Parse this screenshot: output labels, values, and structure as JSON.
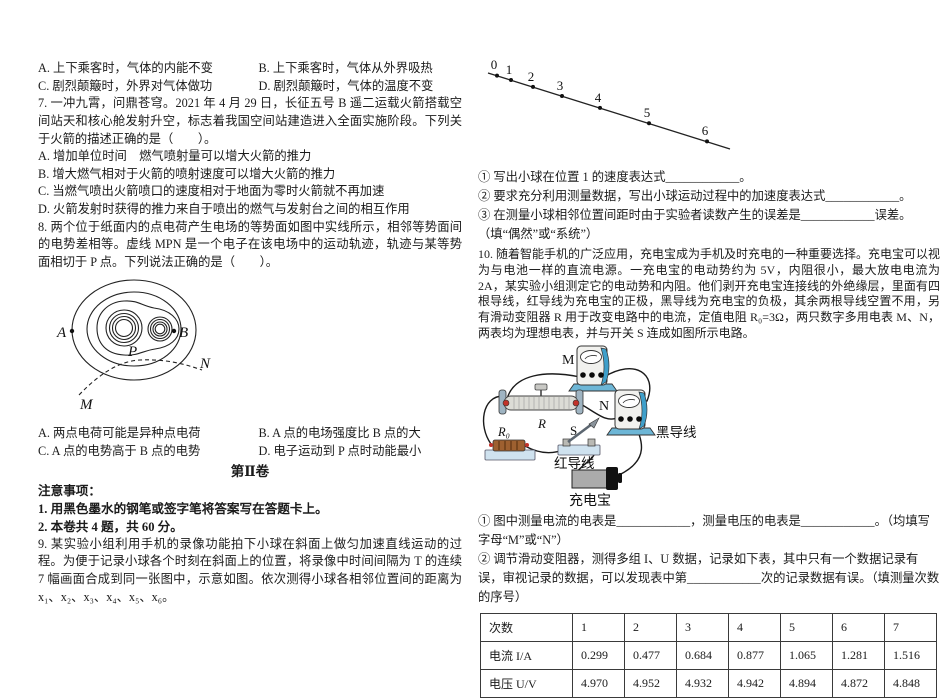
{
  "left": {
    "q6_options": {
      "a": "A. 上下乘客时，气体的内能不变",
      "b": "B. 上下乘客时，气体从外界吸热",
      "c": "C. 剧烈颠簸时，外界对气体做功",
      "d": "D. 剧烈颠簸时，气体的温度不变"
    },
    "q7": {
      "stem": "7. 一冲九霄，问鼎苍穹。2021 年 4 月 29 日，长征五号 B 遥二运载火箭搭载空间站天和核心舱发射升空，标志着我国空间站建造进入全面实施阶段。下列关于火箭的描述正确的是（　　）。",
      "option_a": "A. 增加单位时间　燃气喷射量可以增大火箭的推力",
      "option_b": "B. 增大燃气相对于火箭的喷射速度可以增大火箭的推力",
      "option_c": "C. 当燃气喷出火箭喷口的速度相对于地面为零时火箭就不再加速",
      "option_d": "D. 火箭发射时获得的推力来自于喷出的燃气与发射台之间的相互作用"
    },
    "q8": {
      "stem": "8. 两个位于纸面内的点电荷产生电场的等势面如图中实线所示，相邻等势面间的电势差相等。虚线 MPN 是一个电子在该电场中的运动轨迹，轨迹与某等势面相切于 P 点。下列说法正确的是（　　）。",
      "labels": {
        "a_point": "A",
        "b_point": "B",
        "p_point": "P",
        "m_point": "M",
        "n_point": "N"
      },
      "option_a": "A. 两点电荷可能是异种点电荷",
      "option_b": "B. A 点的电场强度比 B 点的大",
      "option_c": "C. A 点的电势高于 B 点的电势",
      "option_d": "D. 电子运动到 P 点时动能最小"
    },
    "section_title": "第Ⅱ卷",
    "notice_title": "注意事项：",
    "notice_1": "1. 用黑色墨水的钢笔或签字笔将答案写在答题卡上。",
    "notice_2": "2. 本卷共 4 题，共 60 分。",
    "q9_stem": "9. 某实验小组利用手机的录像功能拍下小球在斜面上做匀加速直线运动的过程。为便于记录小球各个时刻在斜面上的位置，将录像中时间间隔为 T 的连续 7 幅画面合成到同一张图中，示意如图。依次测得小球各相邻位置间的距离为 x₁、x₂、x₃、x₄、x₅、x₆。"
  },
  "right": {
    "incline": {
      "labels": [
        "0",
        "1",
        "2",
        "3",
        "4",
        "5",
        "6"
      ]
    },
    "q9_part1": "① 写出小球在位置 1 的速度表达式____________。",
    "q9_part2": "② 要求充分利用测量数据，写出小球运动过程中的加速度表达式____________。",
    "q9_part3": "③ 在测量小球相邻位置间距时由于实验者读数产生的误差是____________误差。（填“偶然”或“系统”）",
    "q10_stem": "10. 随着智能手机的广泛应用，充电宝成为手机及时充电的一种重要选择。充电宝可以视为与电池一样的直流电源。一充电宝的电动势约为 5V，内阻很小，最大放电电流为 2A，某实验小组测定它的电动势和内阻。他们剥开充电宝连接线的外绝缘层，里面有四根导线，红导线为充电宝的正极，黑导线为充电宝的负极，其余两根导线空置不用，另有滑动变阻器 R 用于改变电路中的电流，定值电阻 R₀=3Ω，两只数字多用电表 M、N，两表均为理想电表，并与开关 S 连成如图所示电路。",
    "circuit": {
      "meter_m": "M",
      "meter_n": "N",
      "rheostat": "R",
      "resistor": "R₀",
      "switch": "S",
      "black_wire": "黑导线",
      "red_wire": "红导线",
      "power_bank": "充电宝"
    },
    "q10_part1": "① 图中测量电流的电表是____________，测量电压的电表是____________。（均填写字母“M”或“N”）",
    "q10_part2": "② 调节滑动变阻器，测得多组 I、U 数据，记录如下表，其中只有一个数据记录有误，审视记录的数据，可以发现表中第____________次的记录数据有误。（填测量次数的序号）",
    "table": {
      "rows": [
        [
          "次数",
          "1",
          "2",
          "3",
          "4",
          "5",
          "6",
          "7"
        ],
        [
          "电流 I/A",
          "0.299",
          "0.477",
          "0.684",
          "0.877",
          "1.065",
          "1.281",
          "1.516"
        ],
        [
          "电压 U/V",
          "4.970",
          "4.952",
          "4.932",
          "4.942",
          "4.894",
          "4.872",
          "4.848"
        ]
      ]
    }
  }
}
